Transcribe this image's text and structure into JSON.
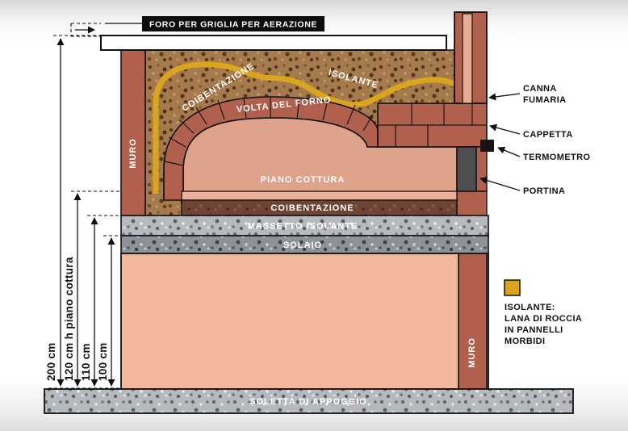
{
  "colors": {
    "brick": "#b2604e",
    "salmon_base": "#f2b69d",
    "salmon_interior": "#dfa28b",
    "isolante_yellow": "#d9a41e",
    "concrete_light": "#b6babe",
    "concrete_dark": "#8d9298",
    "under_floor_dark": "#6e4434"
  },
  "foro_label": "FORO PER GRIGLIA PER AERAZIONE",
  "walls": {
    "left": "MURO",
    "right": "MURO"
  },
  "dome": {
    "coibentazione": "COIBENTAZIONE",
    "isolante": "ISOLANTE",
    "volta": "VOLTA DEL FORNO",
    "piano_cottura": "PIANO COTTURA",
    "under_floor": "COIBENTAZIONE"
  },
  "layers": {
    "massetto": "MASSETTO ISOLANTE",
    "solaio": "SOLAIO",
    "soletta": "SOLETTA DI APPOGGIO"
  },
  "callouts": {
    "canna_line1": "CANNA",
    "canna_line2": "FUMARIA",
    "cappetta": "CAPPETTA",
    "termometro": "TERMOMETRO",
    "portina": "PORTINA"
  },
  "legend": {
    "line1": "ISOLANTE:",
    "line2": "LANA DI ROCCIA",
    "line3": "IN PANNELLI",
    "line4": "MORBIDI"
  },
  "dimensions": {
    "d200": "200 cm",
    "d120": "120 cm h piano cottura",
    "d110": "110 cm",
    "d100": "100 cm"
  }
}
